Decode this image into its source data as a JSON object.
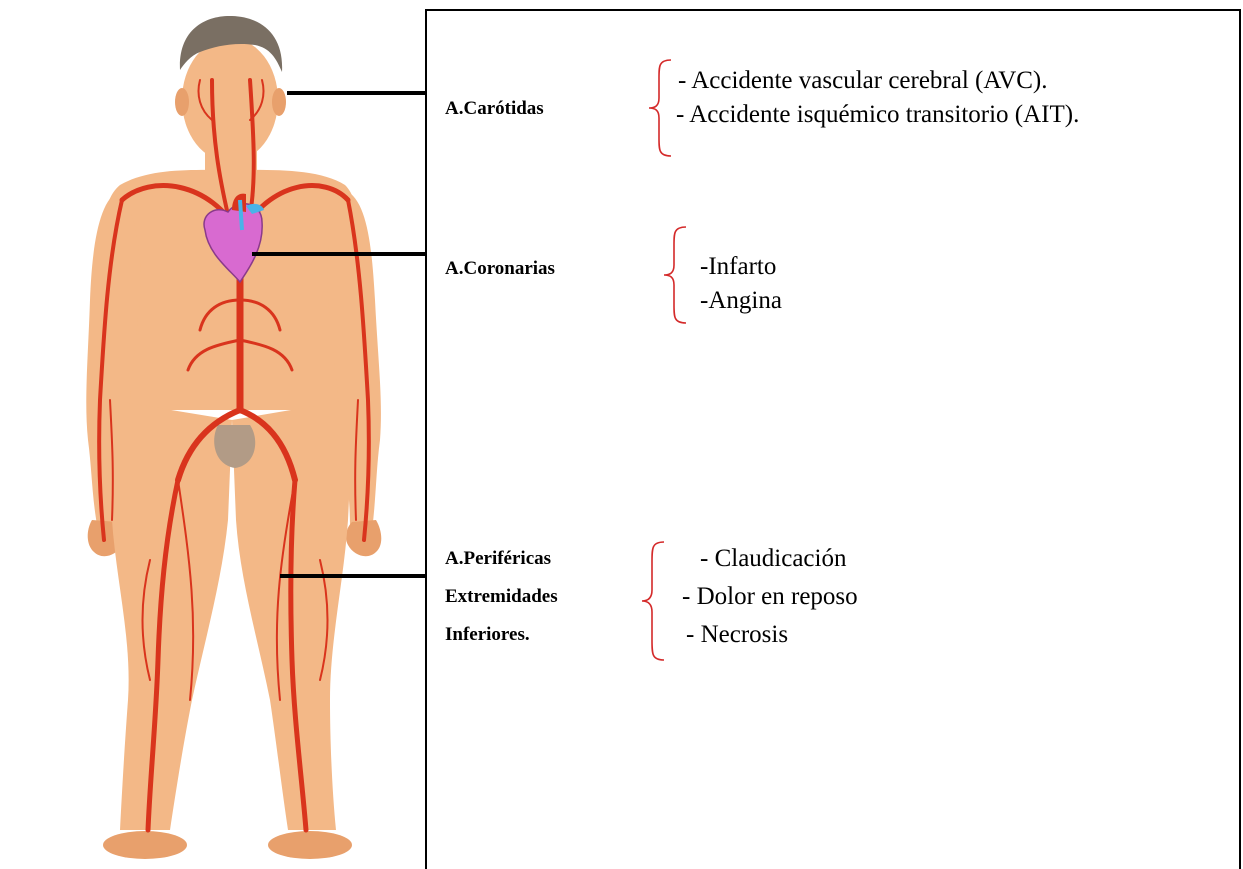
{
  "regions": [
    {
      "id": "carotidas",
      "label_lines": [
        "A.Carótidas"
      ],
      "conditions": [
        "- Accidente vascular cerebral (AVC).",
        "- Accidente isquémico transitorio (AIT)."
      ]
    },
    {
      "id": "coronarias",
      "label_lines": [
        "A.Coronarias"
      ],
      "conditions": [
        "-Infarto",
        "-Angina"
      ]
    },
    {
      "id": "perifericas",
      "label_lines": [
        "A.Periféricas",
        "Extremidades",
        "Inferiores."
      ],
      "conditions": [
        "- Claudicación",
        "- Dolor en reposo",
        "- Necrosis"
      ]
    }
  ],
  "colors": {
    "skin": "#f3b887",
    "skin_shade": "#e8a06c",
    "artery": "#d9341d",
    "hair": "#7a6f63",
    "heart": "#d86ad0",
    "heart_vessel_blue": "#49b3e8",
    "brace": "#d42a2a",
    "connector": "#000000"
  },
  "illustration": "human-body-arterial-system",
  "icons": [
    "heart-icon"
  ]
}
